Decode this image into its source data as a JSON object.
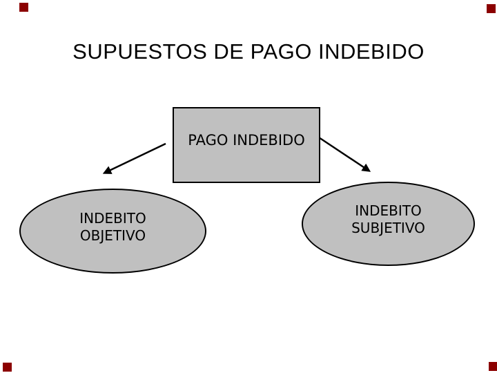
{
  "diagram": {
    "title": "SUPUESTOS DE PAGO INDEBIDO",
    "root_node": {
      "label": "PAGO INDEBIDO"
    },
    "child_nodes": [
      {
        "lines": [
          "INDEBITO",
          "OBJETIVO"
        ]
      },
      {
        "lines": [
          "INDEBITO",
          "SUBJETIVO"
        ]
      }
    ],
    "connectors": [
      {
        "from": "PAGO INDEBIDO",
        "to": "INDEBITO OBJETIVO",
        "style": "arrow"
      },
      {
        "from": "PAGO INDEBIDO",
        "to": "INDEBITO SUBJETIVO",
        "style": "arrow"
      }
    ],
    "colors": {
      "background": "#ffffff",
      "node_fill": "#c0c0c0",
      "node_border": "#000000",
      "text": "#000000",
      "arrow": "#000000",
      "corner_marker": "#8b0000"
    }
  }
}
